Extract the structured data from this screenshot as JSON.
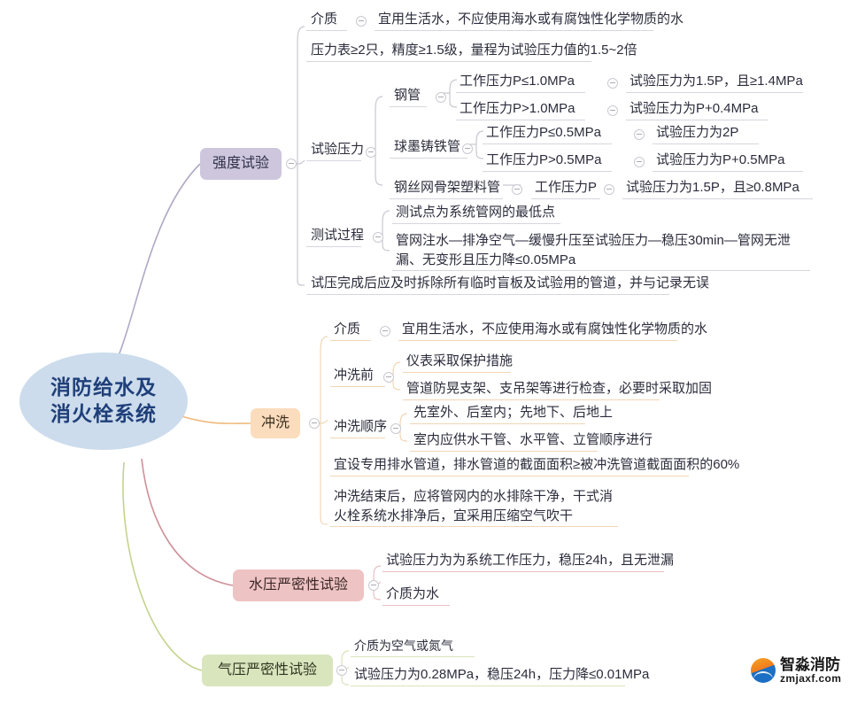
{
  "root": {
    "label": "消防给水及\n消火栓系统",
    "color": "#ccdcec",
    "text_color": "#1f3f7a"
  },
  "branches": [
    {
      "id": "strength",
      "label": "强度试验",
      "color": "#cdc6dd",
      "connector_color": "#b0a8c4",
      "children": [
        {
          "label": "介质",
          "value": "宜用生活水，不应使用海水或有腐蚀性化学物质的水"
        },
        {
          "label": "压力表≥2只，精度≥1.5级，量程为试验压力值的1.5~2倍"
        },
        {
          "label": "试验压力",
          "groups": [
            {
              "label": "钢管",
              "rows": [
                {
                  "cond": "工作压力P≤1.0MPa",
                  "result": "试验压力为1.5P，且≥1.4MPa"
                },
                {
                  "cond": "工作压力P>1.0MPa",
                  "result": "试验压力为P+0.4MPa"
                }
              ]
            },
            {
              "label": "球墨铸铁管",
              "rows": [
                {
                  "cond": "工作压力P≤0.5MPa",
                  "result": "试验压力为2P"
                },
                {
                  "cond": "工作压力P>0.5MPa",
                  "result": "试验压力为P+0.5MPa"
                }
              ]
            },
            {
              "label": "钢丝网骨架塑料管",
              "rows": [
                {
                  "cond": "工作压力P",
                  "result": "试验压力为1.5P，且≥0.8MPa"
                }
              ]
            }
          ]
        },
        {
          "label": "测试过程",
          "rows": [
            "测试点为系统管网的最低点",
            "管网注水—排净空气—缓慢升压至试验压力—稳压30min—管网无泄漏、无变形且压力降≤0.05MPa"
          ]
        },
        {
          "label": "试压完成后应及时拆除所有临时盲板及试验用的管道，并与记录无误"
        }
      ]
    },
    {
      "id": "flush",
      "label": "冲洗",
      "color": "#fbdcbc",
      "connector_color": "#f0b87a",
      "children": [
        {
          "label": "介质",
          "value": "宜用生活水，不应使用海水或有腐蚀性化学物质的水"
        },
        {
          "label": "冲洗前",
          "rows": [
            "仪表采取保护措施",
            "管道防晃支架、支吊架等进行检查，必要时采取加固"
          ]
        },
        {
          "label": "冲洗顺序",
          "rows": [
            "先室外、后室内；先地下、后地上",
            "室内应供水干管、水平管、立管顺序进行"
          ]
        },
        {
          "label": "宜设专用排水管道，排水管道的截面面积≥被冲洗管道截面面积的60%"
        },
        {
          "label": "冲洗结束后，应将管网内的水排除干净，干式消火栓系统水排净后，宜采用压缩空气吹干"
        }
      ]
    },
    {
      "id": "hydro",
      "label": "水压严密性试验",
      "color": "#eec3c3",
      "connector_color": "#cf9099",
      "children": [
        {
          "label": "试验压力为为系统工作压力，稳压24h，且无泄漏"
        },
        {
          "label": "介质为水"
        }
      ]
    },
    {
      "id": "pneumatic",
      "label": "气压严密性试验",
      "color": "#d9e5bd",
      "connector_color": "#c4d38c",
      "children": [
        {
          "label": "介质为空气或氮气"
        },
        {
          "label": "试验压力为0.28MPa，稳压24h，压力降≤0.01MPa"
        }
      ]
    }
  ],
  "logo": {
    "cn": "智淼消防",
    "en": "zmjaxf.com"
  }
}
